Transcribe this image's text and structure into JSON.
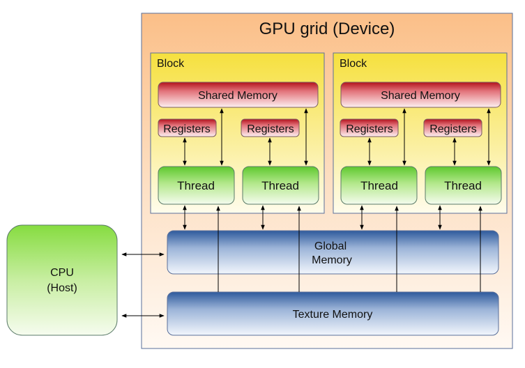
{
  "grid": {
    "title": "GPU grid (Device)"
  },
  "blocks": [
    {
      "label": "Block",
      "shared_memory": "Shared Memory",
      "registers": [
        "Registers",
        "Registers"
      ],
      "threads": [
        "Thread",
        "Thread"
      ]
    },
    {
      "label": "Block",
      "shared_memory": "Shared Memory",
      "registers": [
        "Registers",
        "Registers"
      ],
      "threads": [
        "Thread",
        "Thread"
      ]
    }
  ],
  "global_memory": {
    "line1": "Global",
    "line2": "Memory"
  },
  "texture_memory": {
    "label": "Texture Memory"
  },
  "cpu": {
    "line1": "CPU",
    "line2": "(Host)"
  },
  "colors": {
    "device_fill_top": "#fbc28a",
    "block_fill_top": "#f8e24a",
    "memory_red": "#c41a24",
    "thread_green": "#6cd03c",
    "global_blue": "#3a66a8",
    "cpu_green": "#8ee04a"
  }
}
